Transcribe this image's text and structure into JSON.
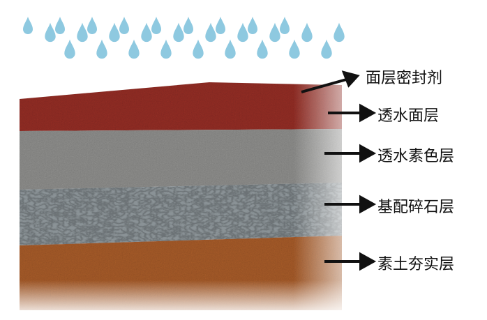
{
  "title": "透水混凝土结构示意",
  "labels": {
    "sealant": "面层密封剂",
    "surface": "透水面层",
    "plain": "透水素色层",
    "gravel": "基配碎石层",
    "soil": "素土夯实层"
  },
  "colors": {
    "drop": "#8ec9e0",
    "surface": "#8a2a22",
    "plain": "#8a8a88",
    "gravel": "#4a5256",
    "soil": "#a0582a"
  }
}
